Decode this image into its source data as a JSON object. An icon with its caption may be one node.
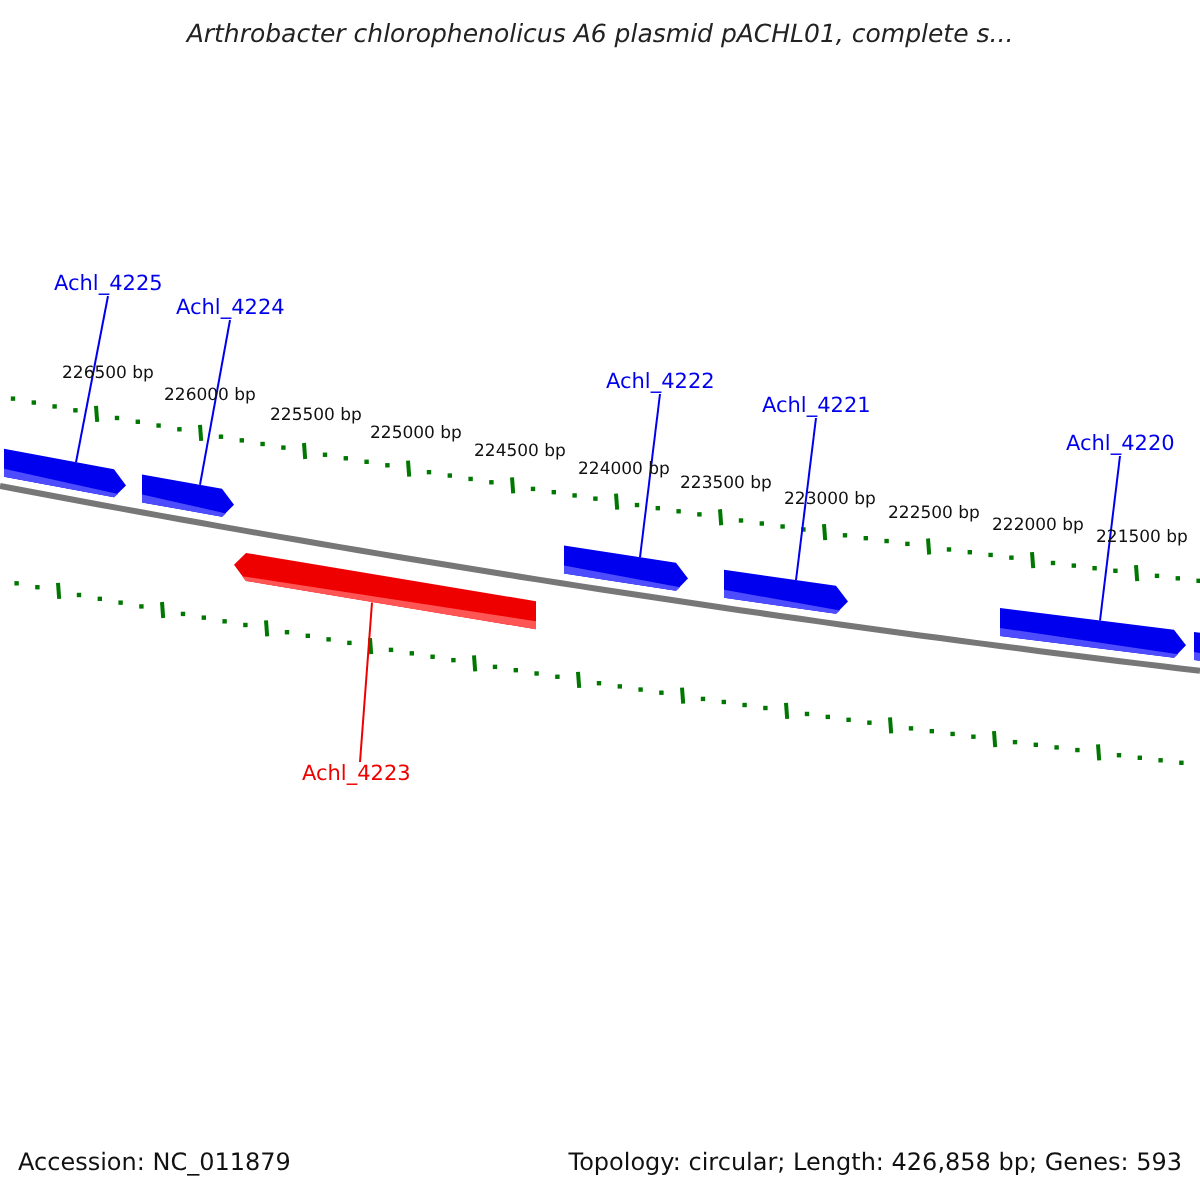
{
  "diagram": {
    "title": "Arthrobacter chlorophenolicus A6 plasmid pACHL01, complete s...",
    "nodes": [
      {
        "text": [
          "Achl_4225"
        ]
      },
      {
        "text": [
          "Achl_4224"
        ]
      },
      {
        "text": [
          "Achl_4223"
        ]
      },
      {
        "text": [
          "Achl_4222"
        ]
      },
      {
        "text": [
          "Achl_4221"
        ]
      },
      {
        "text": [
          "Achl_4220"
        ]
      },
      {
        "text": [],
        "shape": "arrow"
      },
      {
        "text": [],
        "shape": "arrow"
      },
      {
        "text": [],
        "shape": "arrow"
      },
      {
        "text": [],
        "shape": "arrow"
      },
      {
        "text": [],
        "shape": "arrow"
      },
      {
        "text": [],
        "shape": "arrow"
      },
      {
        "text": [],
        "shape": "arrow"
      }
    ],
    "edges": [
      {
        "from": 0,
        "to": 6,
        "arrow": "none"
      },
      {
        "from": 1,
        "to": 7,
        "arrow": "none"
      },
      {
        "from": 2,
        "to": 8,
        "arrow": "none",
        "color": "#ee0000"
      },
      {
        "from": 3,
        "to": 9,
        "arrow": "none"
      },
      {
        "from": 4,
        "to": 10,
        "arrow": "none"
      },
      {
        "from": 5,
        "to": 11,
        "arrow": "none"
      }
    ],
    "labels": [
      "226500 bp",
      "226000 bp",
      "225500 bp",
      "225000 bp",
      "224500 bp",
      "224000 bp",
      "223500 bp",
      "223000 bp",
      "222500 bp",
      "222000 bp",
      "221500 bp",
      "Accession: NC_011879",
      "Topology: circular; Length: 426,858 bp; Genes: 593"
    ]
  }
}
